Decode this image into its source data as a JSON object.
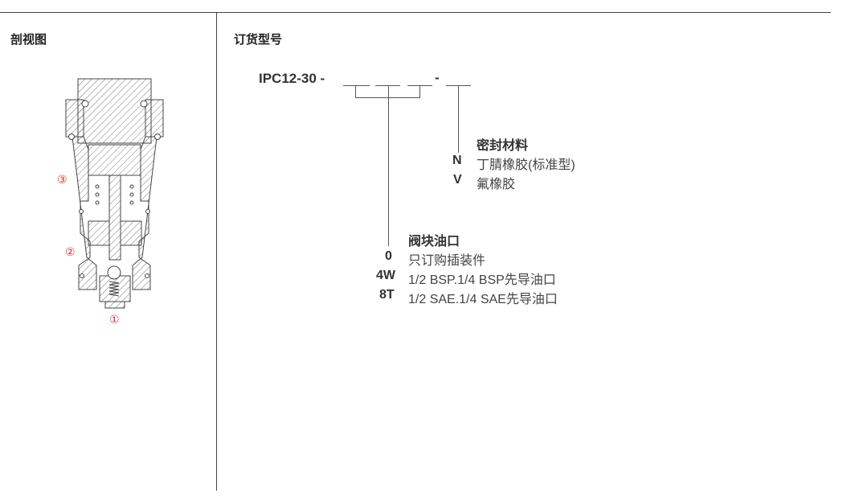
{
  "left_panel": {
    "title": "剖视图",
    "callouts": [
      "①",
      "②",
      "③"
    ]
  },
  "right_panel": {
    "title": "订货型号",
    "model_code": "IPC12-30 -",
    "separator": "-",
    "seal": {
      "title": "密封材料",
      "options": [
        {
          "code": "N",
          "label": "丁腈橡胶(标准型)"
        },
        {
          "code": "V",
          "label": "氟橡胶"
        }
      ]
    },
    "port": {
      "title": "阀块油口",
      "options": [
        {
          "code": "0",
          "label": "只订购插装件"
        },
        {
          "code": "4W",
          "label": "1/2 BSP.1/4 BSP先导油口"
        },
        {
          "code": "8T",
          "label": "1/2 SAE.1/4 SAE先导油口"
        }
      ]
    }
  },
  "colors": {
    "callout": "#e03030",
    "line": "#444444"
  }
}
